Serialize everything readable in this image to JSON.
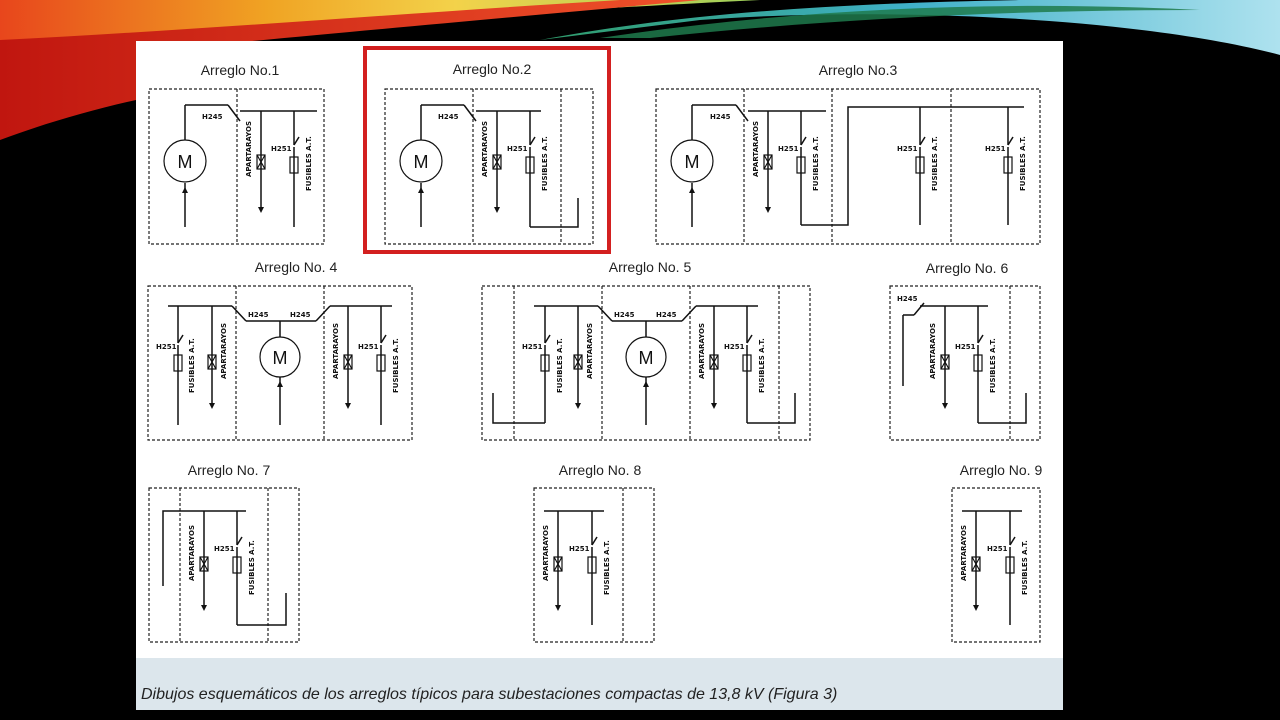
{
  "caption": "Dibujos esquemáticos de los arreglos típicos para subestaciones compactas de 13,8 kV (Figura 3)",
  "highlight_color": "#d32020",
  "labels": {
    "switch_h245": "H245",
    "switch_h251": "H251",
    "arrester": "APARTARAYOS",
    "fuses": "FUSIBLES A.T.",
    "motor": "M"
  },
  "arrangements": [
    {
      "id": 1,
      "title": "Arreglo No.1",
      "highlighted": false
    },
    {
      "id": 2,
      "title": "Arreglo No.2",
      "highlighted": true
    },
    {
      "id": 3,
      "title": "Arreglo No.3",
      "highlighted": false
    },
    {
      "id": 4,
      "title": "Arreglo No. 4",
      "highlighted": false
    },
    {
      "id": 5,
      "title": "Arreglo No. 5",
      "highlighted": false
    },
    {
      "id": 6,
      "title": "Arreglo No. 6",
      "highlighted": false
    },
    {
      "id": 7,
      "title": "Arreglo No. 7",
      "highlighted": false
    },
    {
      "id": 8,
      "title": "Arreglo No. 8",
      "highlighted": false
    },
    {
      "id": 9,
      "title": "Arreglo No. 9",
      "highlighted": false
    }
  ]
}
